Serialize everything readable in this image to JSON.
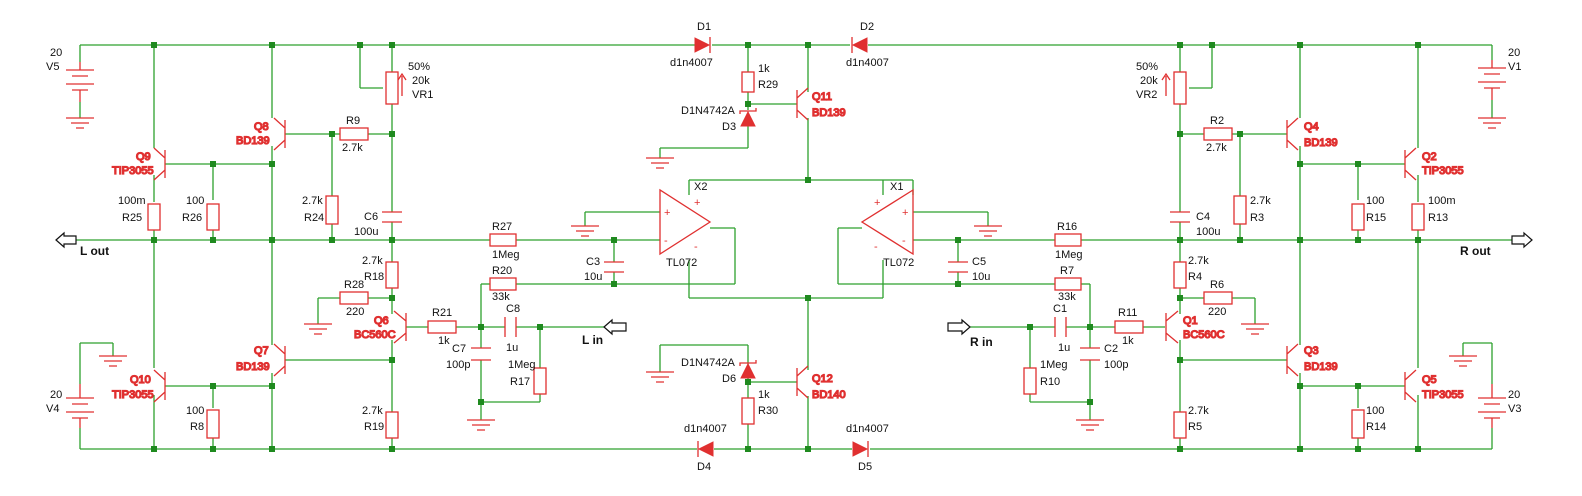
{
  "ports": {
    "l_out": "L out",
    "r_out": "R out",
    "l_in": "L in",
    "r_in": "R in"
  },
  "sources": {
    "V5": {
      "name": "V5",
      "value": "20"
    },
    "V1": {
      "name": "V1",
      "value": "20"
    },
    "V4": {
      "name": "V4",
      "value": "20"
    },
    "V3": {
      "name": "V3",
      "value": "20"
    }
  },
  "diodes": {
    "D1": {
      "name": "D1",
      "model": "d1n4007"
    },
    "D2": {
      "name": "D2",
      "model": "d1n4007"
    },
    "D4": {
      "name": "D4",
      "model": "d1n4007"
    },
    "D5": {
      "name": "D5",
      "model": "d1n4007"
    },
    "D3": {
      "name": "D3",
      "model": "D1N4742A"
    },
    "D6": {
      "name": "D6",
      "model": "D1N4742A"
    }
  },
  "transistors": {
    "Q1": {
      "name": "Q1",
      "model": "BC560C"
    },
    "Q2": {
      "name": "Q2",
      "model": "TIP3055"
    },
    "Q3": {
      "name": "Q3",
      "model": "BD139"
    },
    "Q4": {
      "name": "Q4",
      "model": "BD139"
    },
    "Q5": {
      "name": "Q5",
      "model": "TIP3055"
    },
    "Q6": {
      "name": "Q6",
      "model": "BC560C"
    },
    "Q7": {
      "name": "Q7",
      "model": "BD139"
    },
    "Q8": {
      "name": "Q8",
      "model": "BD139"
    },
    "Q9": {
      "name": "Q9",
      "model": "TIP3055"
    },
    "Q10": {
      "name": "Q10",
      "model": "TIP3055"
    },
    "Q11": {
      "name": "Q11",
      "model": "BD139"
    },
    "Q12": {
      "name": "Q12",
      "model": "BD140"
    }
  },
  "opamps": {
    "X1": {
      "name": "X1",
      "model": "TL072"
    },
    "X2": {
      "name": "X2",
      "model": "TL072"
    }
  },
  "pots": {
    "VR1": {
      "name": "VR1",
      "value": "20k",
      "setting": "50%"
    },
    "VR2": {
      "name": "VR2",
      "value": "20k",
      "setting": "50%"
    }
  },
  "resistors": {
    "R2": {
      "name": "R2",
      "value": "2.7k"
    },
    "R3": {
      "name": "R3",
      "value": "2.7k"
    },
    "R4": {
      "name": "R4",
      "value": "2.7k"
    },
    "R5": {
      "name": "R5",
      "value": "2.7k"
    },
    "R6": {
      "name": "R6",
      "value": "220"
    },
    "R7": {
      "name": "R7",
      "value": "33k"
    },
    "R8": {
      "name": "R8",
      "value": "100"
    },
    "R9": {
      "name": "R9",
      "value": "2.7k"
    },
    "R10": {
      "name": "R10",
      "value": "1Meg"
    },
    "R11": {
      "name": "R11",
      "value": "1k"
    },
    "R13": {
      "name": "R13",
      "value": "100m"
    },
    "R14": {
      "name": "R14",
      "value": "100"
    },
    "R15": {
      "name": "R15",
      "value": "100"
    },
    "R16": {
      "name": "R16",
      "value": "1Meg"
    },
    "R17": {
      "name": "R17",
      "value": "1Meg"
    },
    "R18": {
      "name": "R18",
      "value": "2.7k"
    },
    "R19": {
      "name": "R19",
      "value": "2.7k"
    },
    "R20": {
      "name": "R20",
      "value": "33k"
    },
    "R21": {
      "name": "R21",
      "value": "1k"
    },
    "R24": {
      "name": "R24",
      "value": "2.7k"
    },
    "R25": {
      "name": "R25",
      "value": "100m"
    },
    "R26": {
      "name": "R26",
      "value": "100"
    },
    "R27": {
      "name": "R27",
      "value": "1Meg"
    },
    "R28": {
      "name": "R28",
      "value": "220"
    },
    "R29": {
      "name": "R29",
      "value": "1k"
    },
    "R30": {
      "name": "R30",
      "value": "1k"
    }
  },
  "capacitors": {
    "C1": {
      "name": "C1",
      "value": "1u"
    },
    "C2": {
      "name": "C2",
      "value": "100p"
    },
    "C3": {
      "name": "C3",
      "value": "10u"
    },
    "C4": {
      "name": "C4",
      "value": "100u"
    },
    "C5": {
      "name": "C5",
      "value": "10u"
    },
    "C6": {
      "name": "C6",
      "value": "100u"
    },
    "C7": {
      "name": "C7",
      "value": "100p"
    },
    "C8": {
      "name": "C8",
      "value": "1u"
    }
  }
}
